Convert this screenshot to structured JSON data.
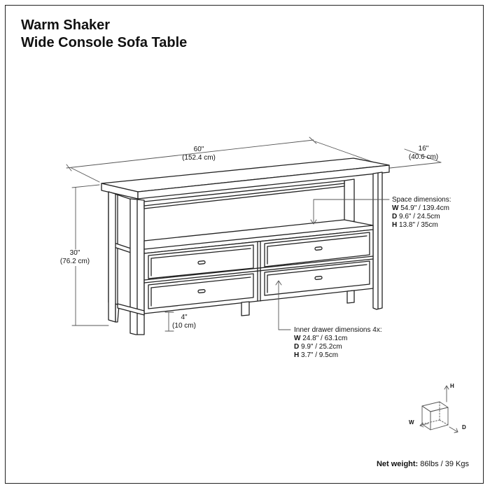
{
  "title": {
    "line1": "Warm Shaker",
    "line2": "Wide Console Sofa Table"
  },
  "dimensions": {
    "width": {
      "in": "60\"",
      "cm": "(152.4 cm)"
    },
    "depth": {
      "in": "16\"",
      "cm": "(40.6 cm)"
    },
    "height": {
      "in": "30\"",
      "cm": "(76.2 cm)"
    },
    "clearance": {
      "in": "4\"",
      "cm": "(10 cm)"
    }
  },
  "space": {
    "heading": "Space dimensions:",
    "w_key": "W",
    "w_val": "54.9\" / 139.4cm",
    "d_key": "D",
    "d_val": "9.6\" / 24.5cm",
    "h_key": "H",
    "h_val": "13.8\" / 35cm"
  },
  "drawer": {
    "heading": "Inner drawer dimensions 4x:",
    "w_key": "W",
    "w_val": "24.8\" / 63.1cm",
    "d_key": "D",
    "d_val": "9.9\" / 25.2cm",
    "h_key": "H",
    "h_val": "3.7\" / 9.5cm"
  },
  "axes": {
    "h": "H",
    "w": "W",
    "d": "D"
  },
  "weight": {
    "label": "Net weight:",
    "value": "86lbs / 39 Kgs"
  },
  "colors": {
    "line": "#222222",
    "dim": "#555555"
  }
}
